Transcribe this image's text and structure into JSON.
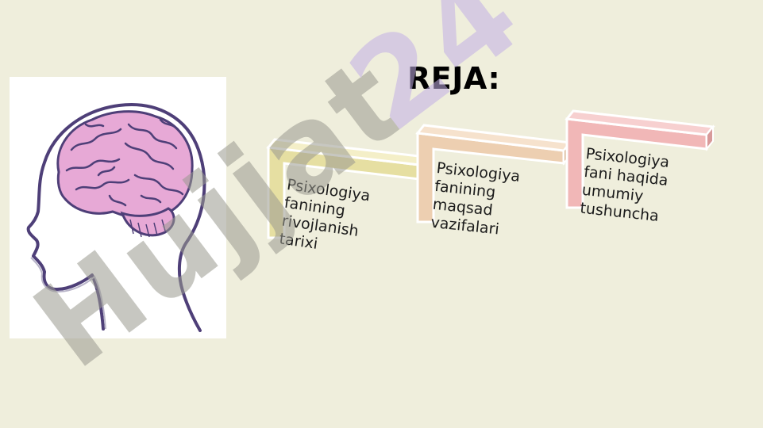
{
  "slide": {
    "title": "REJA:",
    "steps": [
      {
        "lines": [
          "Psixologiya",
          "fanining",
          "rivojlanish",
          "tarixi"
        ]
      },
      {
        "lines": [
          "Psixologiya",
          "fanining",
          "maqsad",
          "vazifalari"
        ]
      },
      {
        "lines": [
          "Psixologiya",
          "fani haqida",
          "umumiy",
          "tushuncha"
        ]
      }
    ],
    "watermark": "Hujjat24"
  },
  "colors": {
    "background": "#efeedc",
    "step1": "#e6dfa2",
    "step2": "#edcfb1",
    "step3": "#f1b7b7",
    "watermark_gray": "#9a9a90",
    "watermark_violet": "#c3b0e6",
    "brain": "#e7a9d6",
    "outline": "#4e3f78"
  }
}
